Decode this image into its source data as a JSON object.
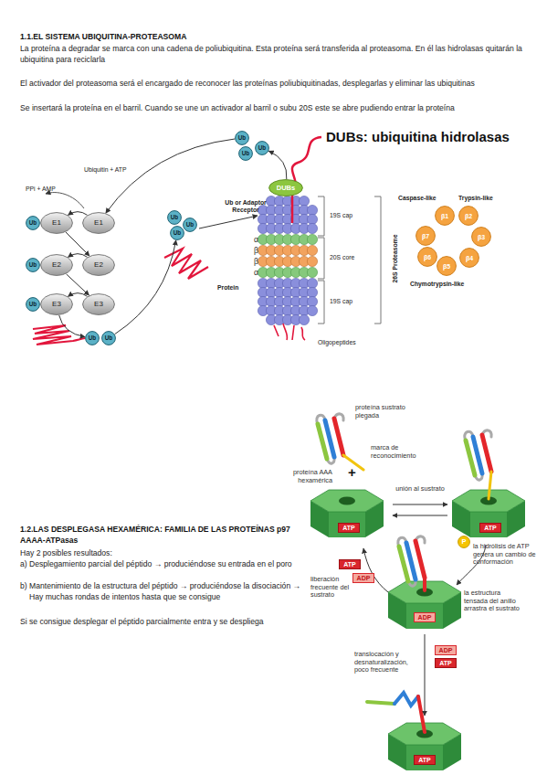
{
  "diagram": {
    "title": "1.1.EL SISTEMA UBIQUITINA-PROTEASOMA",
    "nodes": [
      {
        "text": [
          "Ub"
        ]
      },
      {
        "text": [
          "Ub"
        ]
      },
      {
        "text": [
          "Ub"
        ]
      },
      {
        "text": [
          "Ub"
        ]
      },
      {
        "text": [
          "E1"
        ]
      },
      {
        "text": [
          "E1"
        ]
      },
      {
        "text": [
          "Ub"
        ]
      },
      {
        "text": [
          "E2"
        ]
      },
      {
        "text": [
          "E2"
        ]
      },
      {
        "text": [
          "Ub"
        ]
      },
      {
        "text": [
          "E3"
        ]
      },
      {
        "text": [
          "E3"
        ]
      },
      {
        "text": [
          "Ub"
        ]
      },
      {
        "text": [
          "Ub"
        ]
      },
      {
        "text": [
          "Ub"
        ]
      },
      {
        "text": [
          "DUBs"
        ]
      },
      {
        "text": [
          "Ub"
        ]
      },
      {
        "text": [
          "Ub"
        ]
      },
      {
        "text": [
          "β1"
        ]
      },
      {
        "text": [
          "β2"
        ]
      },
      {
        "text": [
          "β3"
        ]
      },
      {
        "text": [
          "β4"
        ]
      },
      {
        "text": [
          "β5"
        ]
      },
      {
        "text": [
          "β6"
        ]
      },
      {
        "text": [
          "β7"
        ]
      },
      {
        "text": [
          "ATP"
        ]
      },
      {
        "text": [
          "ATP"
        ]
      },
      {
        "text": [
          "P"
        ]
      },
      {
        "text": [
          "ATP"
        ]
      },
      {
        "text": [
          "ADP"
        ]
      },
      {
        "text": [
          "ADP"
        ]
      },
      {
        "text": [
          "ADP"
        ]
      },
      {
        "text": [
          "ATP"
        ]
      },
      {
        "text": [
          "ATP"
        ]
      }
    ],
    "edges": [
      {
        "from": 0,
        "to": 5,
        "arrow": "to"
      },
      {
        "from": 5,
        "to": 4,
        "arrow": "to"
      },
      {
        "from": 4,
        "to": 8,
        "arrow": "to"
      },
      {
        "from": 8,
        "to": 7,
        "arrow": "to"
      },
      {
        "from": 7,
        "to": 11,
        "arrow": "to"
      },
      {
        "from": 11,
        "to": 10,
        "arrow": "to"
      },
      {
        "from": 10,
        "to": 16,
        "arrow": "to"
      },
      {
        "from": 15,
        "to": 1,
        "arrow": "to"
      },
      {
        "from": 17,
        "to": 14,
        "arrow": "to"
      }
    ],
    "labels": [
      "La proteína a degradar se marca con una cadena de poliubiquitina. Esta proteína será transferida al proteasoma. En él las hidrolasas quitarán la ubiquitina para reciclarla",
      "El activador del proteasoma será el encargado de reconocer las proteínas poliubiquitinadas, desplegarlas y eliminar las ubiquitinas",
      "Se insertará la proteína en el barril. Cuando se une un activador al barril o subu 20S este se abre pudiendo entrar la proteína",
      "Ubiquitin + ATP",
      "PPi + AMP",
      "Protein",
      "Ub or Adaptor Receptor",
      "DUBs: ubiquitina hidrolasas",
      "α",
      "β",
      "β",
      "α",
      "19S cap",
      "20S core",
      "19S cap",
      "26S Proteasome",
      "Caspase-like",
      "Trypsin-like",
      "Chymotrypsin-like",
      "Oligopeptides",
      "1.2.LAS DESPLEGASA HEXAMÉRICA: FAMILIA DE LAS PROTEÍNAS p97 AAAA-ATPasas",
      "Hay 2 posibles resultados:",
      "a) Desplegamiento parcial del péptido → produciéndose su entrada en el poro",
      "b) Mantenimiento de la estructura del péptido → produciéndose la disociación → Hay muchas rondas de intentos hasta que se consigue",
      "Si se consigue desplegar el péptido parcialmente entra y se despliega",
      "proteína sustrato plegada",
      "marca de reconocimiento",
      "proteína AAA hexamérica",
      "+",
      "unión al sustrato",
      "la hidrólisis de ATP genera un cambio de conformación",
      "liberación frecuente del sustrato",
      "la estructura tensada del anillo arrastra el sustrato",
      "translocación y desnaturalización, poco frecuente"
    ]
  }
}
